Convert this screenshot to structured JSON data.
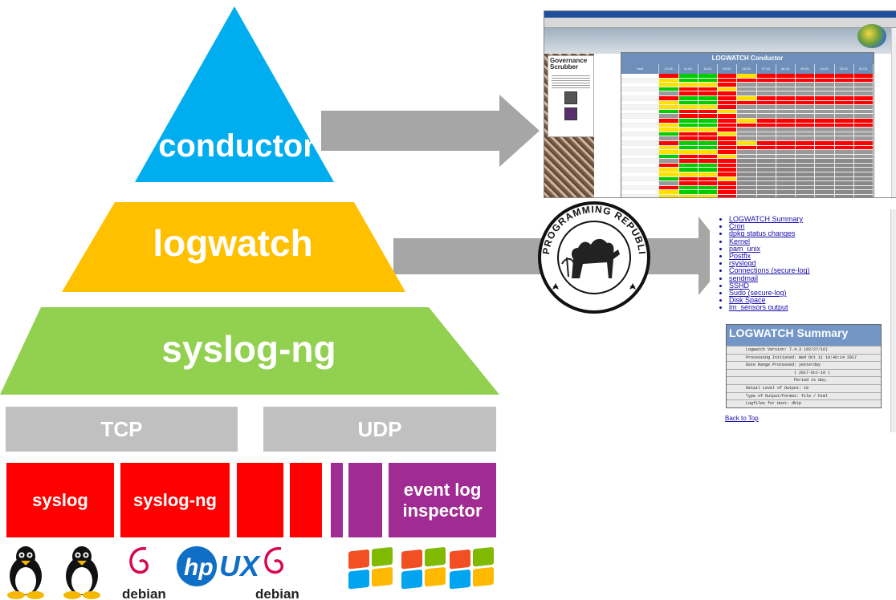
{
  "pyramid": {
    "top_label": "conductor",
    "middle_label": "logwatch",
    "bottom_label": "syslog-ng",
    "colors": {
      "top": "#00adef",
      "middle": "#ffc000",
      "bottom": "#92d050",
      "arrow": "#a6a6a6"
    }
  },
  "transport": {
    "tcp_label": "TCP",
    "udp_label": "UDP"
  },
  "sources": {
    "syslog_label": "syslog",
    "syslogng_label": "syslog-ng",
    "eventlog_label": "event log inspector",
    "colors": {
      "red": "#ff0000",
      "purple": "#a02b93"
    }
  },
  "os_logos": {
    "items": [
      "linux-tux-icon",
      "linux-tux-icon",
      "debian-logo",
      "hp-ux-logo",
      "debian-logo",
      "windows-logo",
      "windows-logo",
      "windows-logo"
    ],
    "debian_text": "debian",
    "hpux_text": "UX",
    "hp_text": "hp"
  },
  "perl_seal": {
    "text": "PROGRAMMING REPUBLIC OF PERL"
  },
  "conductor_screenshot": {
    "sidebar_title": "Governance Scrubber",
    "grid_title": "LOGWATCH Conductor",
    "header_first": "Host",
    "dates": [
      "12.03.",
      "11.03.",
      "10.03.",
      "09.03.",
      "08.03.",
      "07.03.",
      "06.03.",
      "05.03.",
      "04.03.",
      "03.03.",
      "02.03."
    ]
  },
  "logwatch_screenshot": {
    "links": [
      "LOGWATCH Summary",
      "Cron",
      "dpkg status changes",
      "Kernel",
      "pam_unix",
      "Postfix",
      "rsyslogd",
      "Connections (secure-log)",
      "sendmail",
      "SSHD",
      "Sudo (secure-log)",
      "Disk Space",
      "lm_sensors output"
    ],
    "summary_title": "LOGWATCH Summary",
    "summary_rows": [
      "Logwatch Version: 7.4.3 (02/27/16)",
      "Processing Initiated: Wed Oct 11 19:40:14 2017",
      "Date Range Processed: yesterday",
      "( 2017-Oct-10 )",
      "Period is day.",
      "Detail Level of Output: 10",
      "Type of Output/Format: file / html",
      "Logfiles for Host: dktp"
    ],
    "back_link": "Back to Top"
  }
}
